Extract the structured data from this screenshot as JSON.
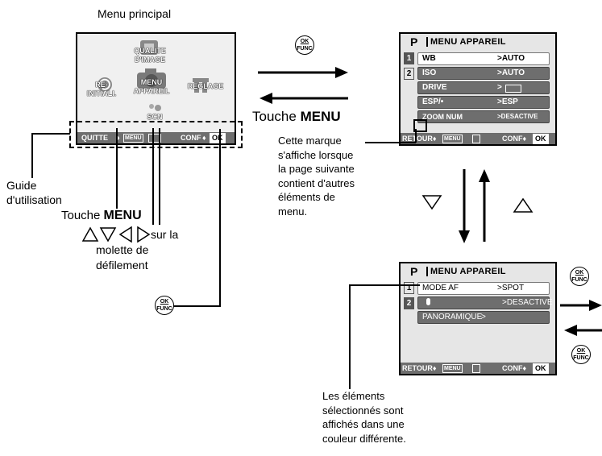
{
  "main_menu": {
    "heading": "Menu principal",
    "items": {
      "quality": "QUALITE D'IMAGE",
      "reset": "RE-INITIALI.",
      "camera_menu": "MENU APPAREIL",
      "setup": "REGLAGE",
      "scene": "SCN"
    },
    "bar": {
      "exit": "QUITTE",
      "menu_key": "MENU",
      "confirm": "CONF",
      "ok": "OK"
    }
  },
  "arrow_labels": {
    "ok_func_top": "OK",
    "ok_func_bottom": "FUNC",
    "touche_prefix": "Touche",
    "menu_word": "MENU"
  },
  "screen1": {
    "mode": "P",
    "title": "MENU APPAREIL",
    "pages": [
      "1",
      "2"
    ],
    "rows": [
      {
        "key": "WB",
        "value": ">AUTO"
      },
      {
        "key": "ISO",
        "value": ">AUTO"
      },
      {
        "key": "DRIVE",
        "value": ">"
      },
      {
        "key": "ESP/•",
        "value": ">ESP"
      },
      {
        "key": "ZOOM NUM",
        "value": ">DESACTIVE"
      }
    ],
    "bar": {
      "back": "RETOUR",
      "menu_key": "MENU",
      "confirm": "CONF",
      "ok": "OK"
    }
  },
  "screen2": {
    "mode": "P",
    "title": "MENU APPAREIL",
    "pages": [
      "1",
      "2"
    ],
    "rows": [
      {
        "key": "MODE AF",
        "value": ">SPOT"
      },
      {
        "key": "",
        "value": ">DESACTIVE"
      },
      {
        "key": "PANORAMIQUE",
        "value": ">"
      }
    ],
    "bar": {
      "back": "RETOUR",
      "menu_key": "MENU",
      "confirm": "CONF",
      "ok": "OK"
    }
  },
  "annotations": {
    "mark_note": [
      "Cette marque",
      "s'affiche lorsque",
      "la page suivante",
      "contient d'autres",
      "éléments de",
      "menu."
    ],
    "guide": [
      "Guide",
      "d'utilisation"
    ],
    "touche": "Touche",
    "menu_word": "MENU",
    "arrows_text": [
      "sur la",
      "molette de",
      "défilement"
    ],
    "selected_note": [
      "Les éléments",
      "sélectionnés sont",
      "affichés dans une",
      "couleur différente."
    ]
  }
}
